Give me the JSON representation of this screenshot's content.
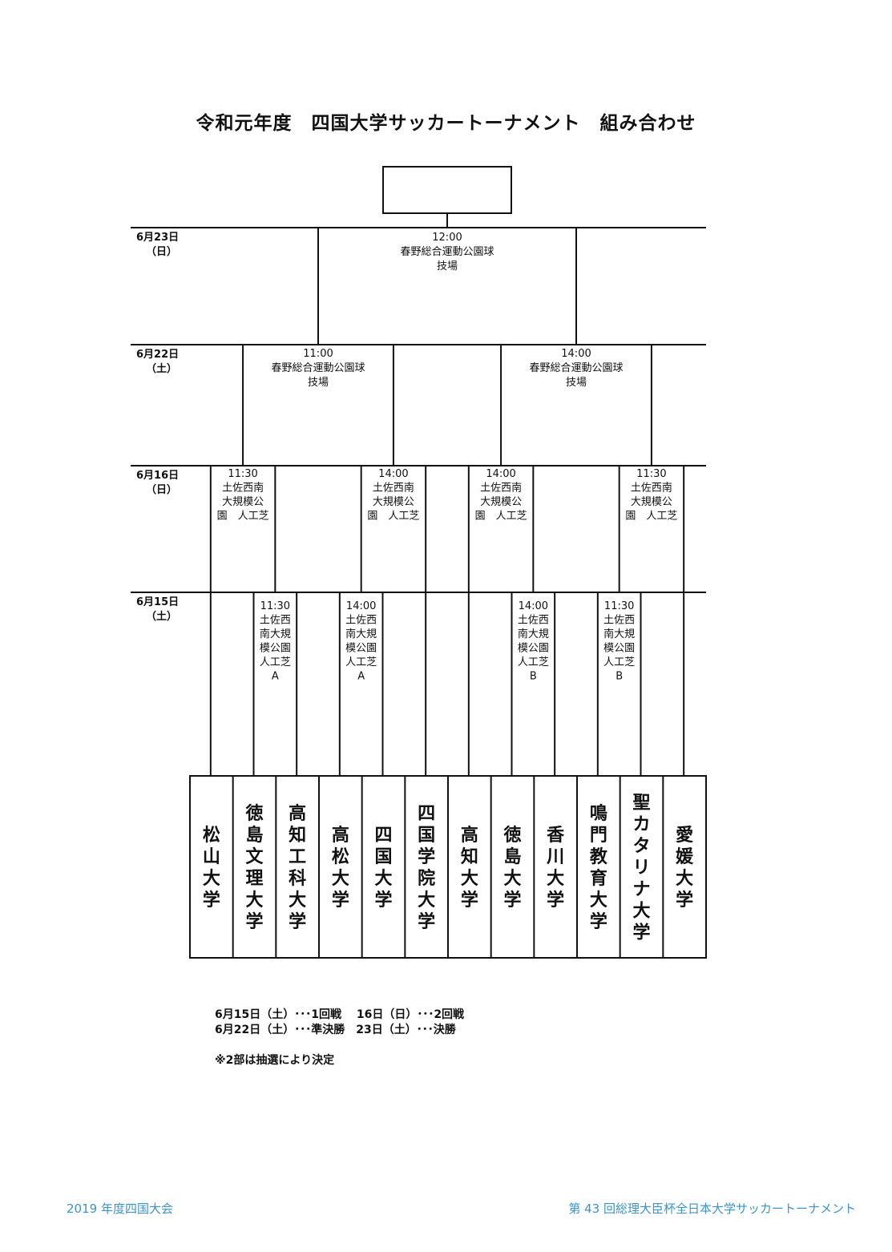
{
  "title": "令和元年度　四国大学サッカートーナメント　組み合わせ",
  "rounds": [
    {
      "date": "6月23日",
      "weekday": "（日）"
    },
    {
      "date": "6月22日",
      "weekday": "（土）"
    },
    {
      "date": "6月16日",
      "weekday": "（日）"
    },
    {
      "date": "6月15日",
      "weekday": "（土）"
    }
  ],
  "matches": {
    "final": [
      "12:00",
      "春野総合運動公園球",
      "技場"
    ],
    "semi": [
      [
        "11:00",
        "春野総合運動公園球",
        "技場"
      ],
      [
        "14:00",
        "春野総合運動公園球",
        "技場"
      ]
    ],
    "second": [
      [
        "11:30",
        "土佐西南",
        "大規模公",
        "園　人工芝"
      ],
      [
        "14:00",
        "土佐西南",
        "大規模公",
        "園　人工芝"
      ],
      [
        "14:00",
        "土佐西南",
        "大規模公",
        "園　人工芝"
      ],
      [
        "11:30",
        "土佐西南",
        "大規模公",
        "園　人工芝"
      ]
    ],
    "first": [
      [
        "11:30",
        "土佐西",
        "南大規",
        "模公園",
        "人工芝",
        "A"
      ],
      [
        "14:00",
        "土佐西",
        "南大規",
        "模公園",
        "人工芝",
        "A"
      ],
      [
        "14:00",
        "土佐西",
        "南大規",
        "模公園",
        "人工芝",
        "B"
      ],
      [
        "11:30",
        "土佐西",
        "南大規",
        "模公園",
        "人工芝",
        "B"
      ]
    ]
  },
  "teams": [
    "松山大学",
    "徳島文理大学",
    "高知工科大学",
    "高松大学",
    "四国大学",
    "四国学院大学",
    "高知大学",
    "徳島大学",
    "香川大学",
    "鳴門教育大学",
    "聖カタリナ大学",
    "愛媛大学"
  ],
  "legend": {
    "line1": "6月15日（土）･･･1回戦　 16日（日）･･･2回戦",
    "line2": "6月22日（土）･･･準決勝　23日（土）･･･決勝",
    "note": "※2部は抽選により決定"
  },
  "footer": {
    "left": "2019 年度四国大会",
    "right": "第 43 回総理大臣杯全日本大学サッカートーナメント"
  }
}
